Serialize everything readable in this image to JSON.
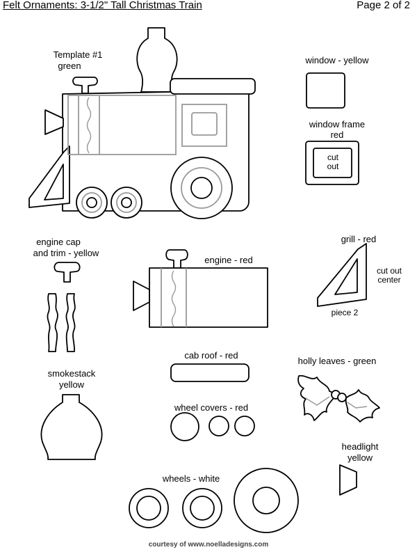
{
  "header": {
    "title": "Felt Ornaments: 3-1/2\" Tall Christmas Train",
    "page": "Page 2 of 2"
  },
  "labels": {
    "template_title": "Template #1",
    "template_color": "green",
    "window": "window - yellow",
    "window_frame_title": "window frame",
    "window_frame_color": "red",
    "cut_line1": "cut",
    "cut_line2": "out",
    "engine_cap_line1": "engine cap",
    "engine_cap_line2": "and trim - yellow",
    "engine": "engine - red",
    "grill": "grill - red",
    "cut_out_line1": "cut out",
    "cut_out_line2": "center",
    "piece": "piece 2",
    "cab_roof": "cab roof - red",
    "holly": "holly leaves - green",
    "smokestack_line1": "smokestack",
    "smokestack_line2": "yellow",
    "wheel_covers": "wheel covers - red",
    "headlight_line1": "headlight",
    "headlight_line2": "yellow",
    "wheels": "wheels - white"
  },
  "footer": "courtesy of www.noelladesigns.com"
}
